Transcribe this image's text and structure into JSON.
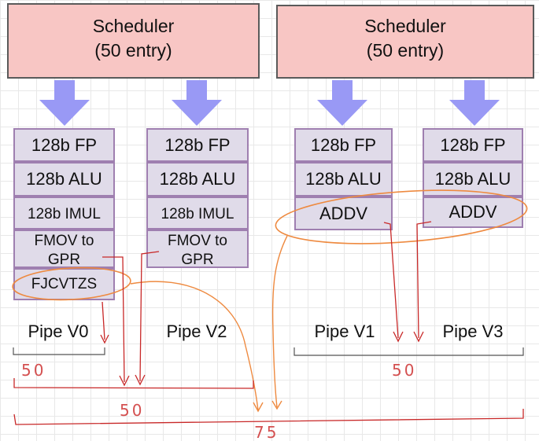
{
  "colors": {
    "scheduler_fill": "#f8c6c4",
    "unit_fill": "#e0dbe9",
    "unit_border": "#9f7fb0",
    "arrow_fill": "#9999f5",
    "annotation_red": "#c82828",
    "annotation_orange": "#ee8a40"
  },
  "schedulers": [
    {
      "line1": "Scheduler",
      "line2": "(50 entry)"
    },
    {
      "line1": "Scheduler",
      "line2": "(50 entry)"
    }
  ],
  "pipes": [
    {
      "label": "Pipe V0",
      "units": [
        "128b FP",
        "128b ALU",
        "128b IMUL",
        "FMOV to",
        "GPR",
        "FJCVTZS"
      ]
    },
    {
      "label": "Pipe V2",
      "units": [
        "128b FP",
        "128b ALU",
        "128b IMUL",
        "FMOV to",
        "GPR"
      ]
    },
    {
      "label": "Pipe V1",
      "units": [
        "128b FP",
        "128b ALU",
        "ADDV"
      ]
    },
    {
      "label": "Pipe V3",
      "units": [
        "128b FP",
        "128b ALU",
        "ADDV"
      ]
    }
  ],
  "annotations": {
    "v0_count": "50",
    "v1v3_count": "50",
    "v0v2_count": "50",
    "total_count": "75"
  }
}
